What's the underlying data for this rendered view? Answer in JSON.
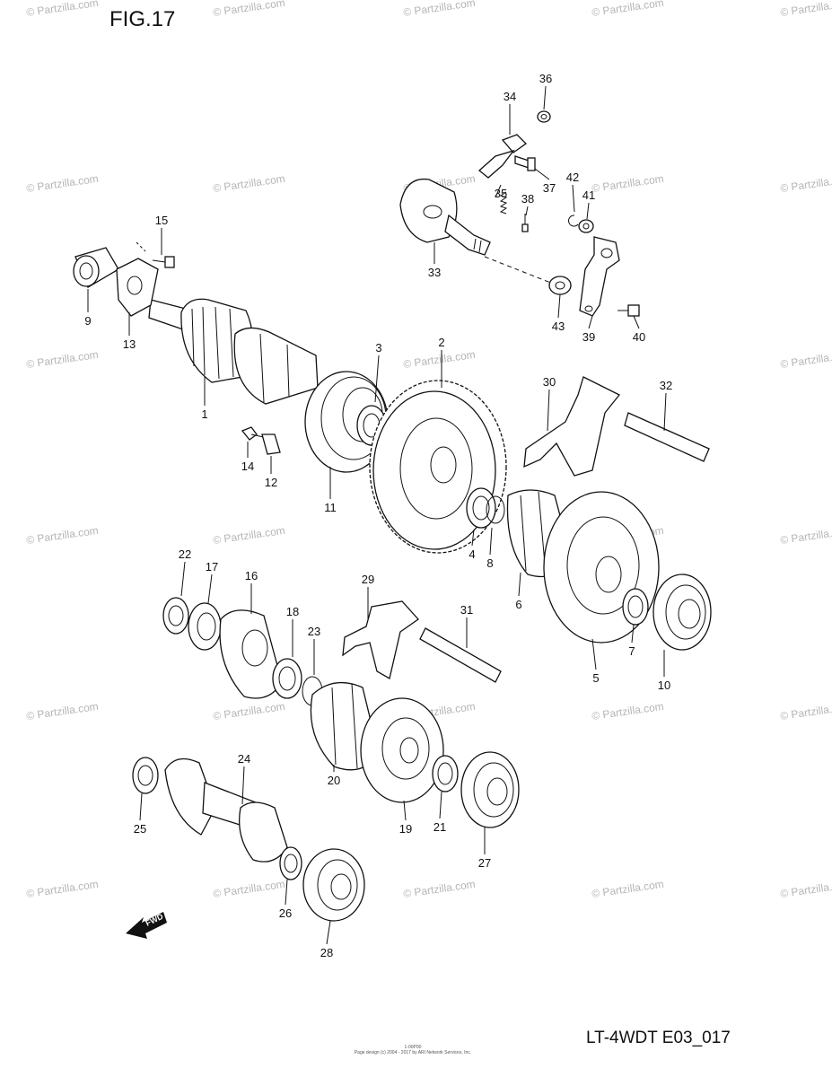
{
  "figure": {
    "title": "FIG.17",
    "model_code": "LT-4WDT E03_017"
  },
  "footer": {
    "id": "1-00P00",
    "credit_line1": "Page design (c) 2004 - 2017 by ARI Network Services, Inc.",
    "credit_line2": ""
  },
  "watermark": {
    "text": "© Partzilla.com"
  },
  "direction_marker": {
    "label": "FWD",
    "icon": "forward-arrow-icon"
  },
  "callouts": [
    "1",
    "2",
    "3",
    "4",
    "5",
    "6",
    "7",
    "8",
    "9",
    "10",
    "11",
    "12",
    "13",
    "14",
    "15",
    "16",
    "17",
    "18",
    "19",
    "20",
    "21",
    "22",
    "23",
    "24",
    "25",
    "26",
    "27",
    "28",
    "29",
    "30",
    "31",
    "32",
    "33",
    "34",
    "35",
    "36",
    "37",
    "38",
    "39",
    "40",
    "41",
    "42",
    "43"
  ]
}
